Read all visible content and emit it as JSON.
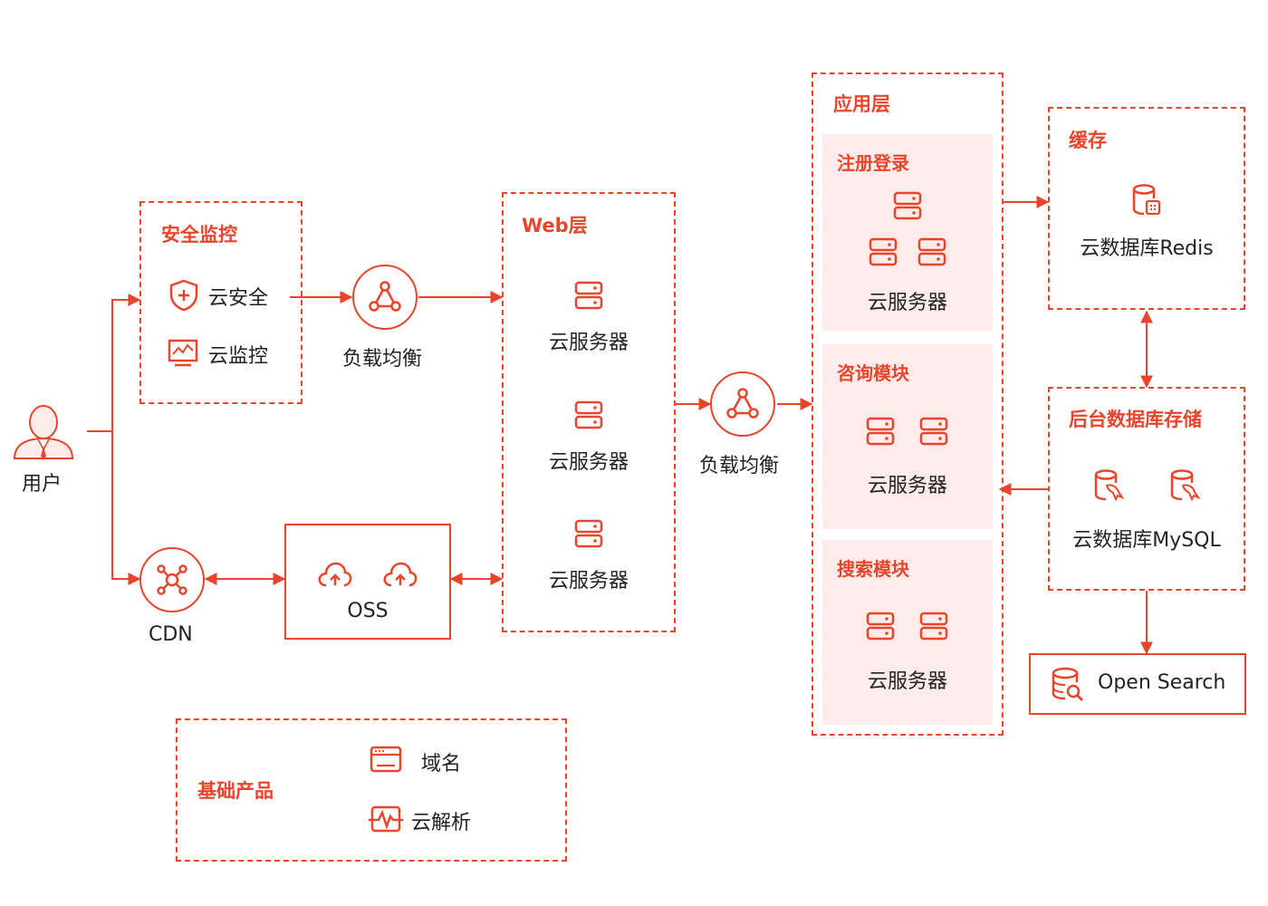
{
  "colors": {
    "accent": "#e8452c",
    "panel": "#fdecea",
    "text": "#222222"
  },
  "user": {
    "label": "用户",
    "icon": "user-avatar-icon"
  },
  "security": {
    "title": "安全监控",
    "items": [
      {
        "label": "云安全",
        "icon": "shield-plus-icon"
      },
      {
        "label": "云监控",
        "icon": "monitor-chart-icon"
      }
    ]
  },
  "lb1": {
    "label": "负载均衡",
    "icon": "load-balancer-icon"
  },
  "web": {
    "title": "Web层",
    "servers": [
      {
        "label": "云服务器"
      },
      {
        "label": "云服务器"
      },
      {
        "label": "云服务器"
      }
    ]
  },
  "lb2": {
    "label": "负载均衡",
    "icon": "load-balancer-icon"
  },
  "cdn": {
    "label": "CDN",
    "icon": "cdn-network-icon"
  },
  "oss": {
    "label": "OSS",
    "icon": "cloud-upload-icon"
  },
  "app": {
    "title": "应用层",
    "modules": [
      {
        "title": "注册登录",
        "server_label": "云服务器"
      },
      {
        "title": "咨询模块",
        "server_label": "云服务器"
      },
      {
        "title": "搜索模块",
        "server_label": "云服务器"
      }
    ]
  },
  "cache": {
    "title": "缓存",
    "item": "云数据库Redis",
    "icon": "database-cache-icon"
  },
  "backend": {
    "title": "后台数据库存储",
    "item": "云数据库MySQL",
    "icon": "database-dolphin-icon"
  },
  "opensearch": {
    "label": "Open Search",
    "icon": "database-search-icon"
  },
  "base": {
    "title": "基础产品",
    "items": [
      {
        "label": "域名",
        "icon": "browser-window-icon"
      },
      {
        "label": "云解析",
        "icon": "pulse-monitor-icon"
      }
    ]
  }
}
